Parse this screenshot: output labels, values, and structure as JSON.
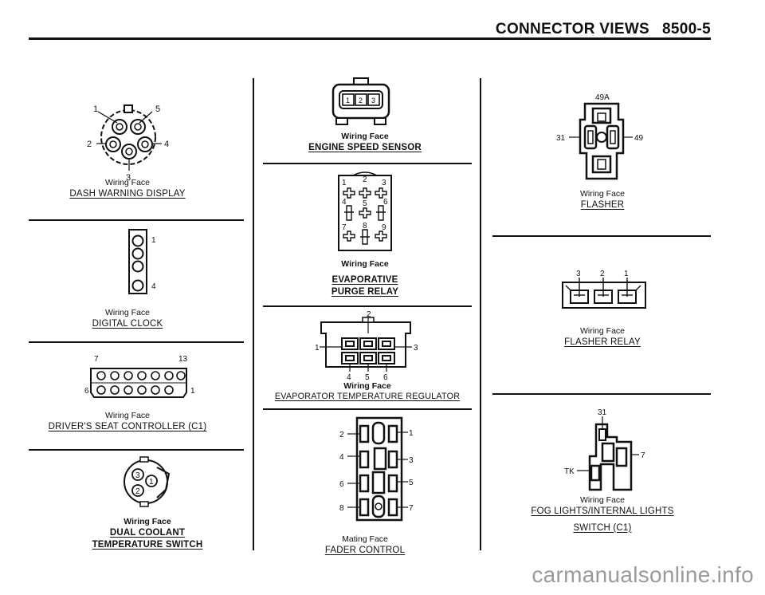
{
  "header": {
    "title": "CONNECTOR VIEWS",
    "page": "8500-5"
  },
  "watermark": "carmanualsonline.info",
  "connectors": {
    "dash_warning_display": {
      "face": "Wiring Face",
      "title": "DASH WARNING DISPLAY",
      "pins": [
        "1",
        "5",
        "2",
        "4",
        "3"
      ]
    },
    "digital_clock": {
      "face": "Wiring Face",
      "title": "DIGITAL CLOCK",
      "pins": [
        "1",
        "4"
      ]
    },
    "drivers_seat_controller": {
      "face": "Wiring Face",
      "title": "DRIVER'S SEAT CONTROLLER (C1)",
      "pins": [
        "7",
        "13",
        "6",
        "1"
      ]
    },
    "dual_coolant_temperature_switch": {
      "face": "Wiring Face",
      "title_line1": "DUAL COOLANT",
      "title_line2": "TEMPERATURE SWITCH",
      "pins": [
        "3",
        "1",
        "2"
      ]
    },
    "engine_speed_sensor": {
      "face": "Wiring Face",
      "title": "ENGINE SPEED SENSOR",
      "pins": [
        "1",
        "2",
        "3"
      ]
    },
    "evaporative_purge_relay": {
      "face": "Wiring Face",
      "title_line1": "EVAPORATIVE",
      "title_line2": "PURGE RELAY",
      "pins": [
        "1",
        "2",
        "3",
        "4",
        "5",
        "6",
        "7",
        "8",
        "9"
      ]
    },
    "evaporator_temperature_regulator": {
      "face": "Wiring Face",
      "title": "EVAPORATOR TEMPERATURE REGULATOR",
      "pins": [
        "2",
        "1",
        "3",
        "4",
        "5",
        "6"
      ]
    },
    "fader_control": {
      "face": "Mating Face",
      "title": "FADER CONTROL",
      "pins": [
        "2",
        "1",
        "4",
        "3",
        "6",
        "5",
        "8",
        "7"
      ]
    },
    "flasher": {
      "face": "Wiring Face",
      "title": "FLASHER",
      "pins": [
        "49A",
        "31",
        "49"
      ]
    },
    "flasher_relay": {
      "face": "Wiring Face",
      "title": "FLASHER RELAY",
      "pins": [
        "3",
        "2",
        "1"
      ]
    },
    "fog_lights_internal_lights_switch": {
      "face": "Wiring Face",
      "title_line1": "FOG LIGHTS/INTERNAL LIGHTS",
      "title_line2": "SWITCH (C1)",
      "pins": [
        "31",
        "7",
        "TK"
      ]
    }
  }
}
